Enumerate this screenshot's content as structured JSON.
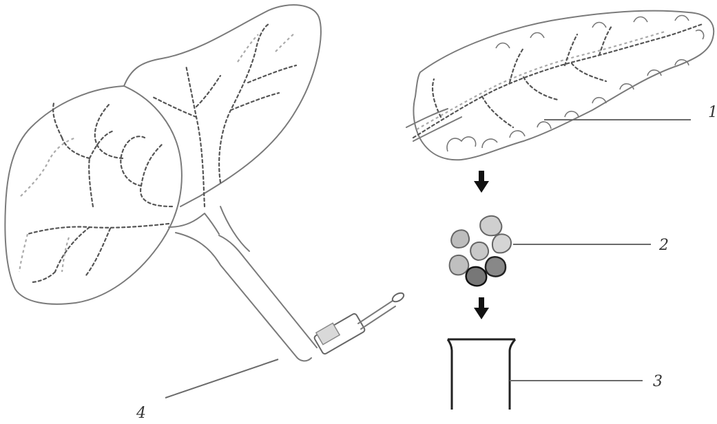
{
  "labels": {
    "label_1": "1",
    "label_2": "2",
    "label_3": "3",
    "label_4": "4"
  },
  "colors": {
    "outline": "#7a7a7a",
    "ducts": "#555555",
    "arrows": "#111111"
  }
}
